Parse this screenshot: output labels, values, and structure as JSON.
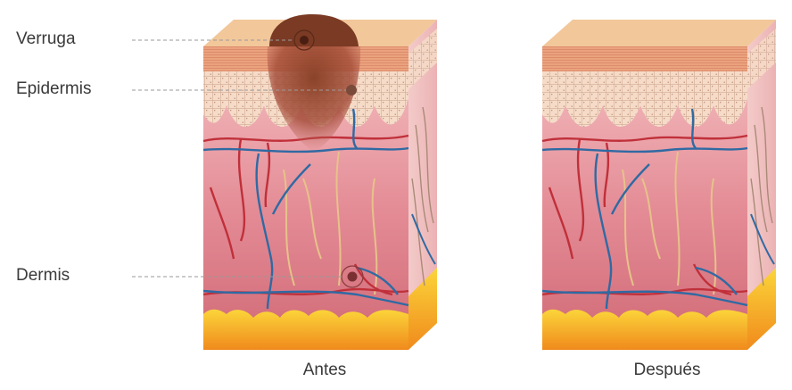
{
  "labels": {
    "wart": "Verruga",
    "epidermis": "Epidermis",
    "dermis": "Dermis"
  },
  "captions": {
    "before": "Antes",
    "after": "Después"
  },
  "colors": {
    "surface": "#f2c79a",
    "stratum": "#e9a27c",
    "epidermis": "#f6d8c2",
    "dermis": "#e88f99",
    "dermis_dark": "#d9707d",
    "fat": "#f7b516",
    "artery": "#c0303a",
    "vein": "#2f6aa3",
    "nerve": "#e7c28a",
    "wart": "#7a3a24",
    "leader": "#9a9a9a"
  }
}
